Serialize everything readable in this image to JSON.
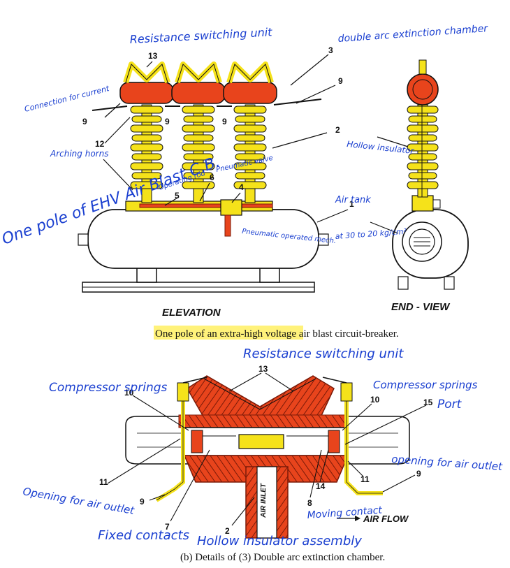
{
  "top_diagram": {
    "elevation_label": "ELEVATION",
    "end_view_label": "END - VIEW",
    "caption_highlighted_1": "One pole",
    "caption_mid": " of an ",
    "caption_highlighted_2": "extra-high voltage",
    "caption_tail": " air blast circuit-breaker.",
    "numbers": [
      "13",
      "3",
      "9",
      "9",
      "9",
      "9",
      "12",
      "2",
      "1",
      "6",
      "4",
      "5"
    ],
    "handwritten": {
      "resistance_switching_unit": "Resistance switching unit",
      "double_arc_extinction": "double arc extinction chamber",
      "connection_for_current": "Connection for current",
      "arching_horns": "Arching horns",
      "hollow_insulator": "Hollow insulator",
      "pneumatic_valve": "Pneumatic valve",
      "operating_rod": "Operating rod",
      "air_tank": "Air tank",
      "pneumatic_mech": "Pneumatic operated mech.",
      "pressure_note": "at 30 to 20 kg/cm²",
      "side_note": "One pole of EHV Air Blast C.B."
    }
  },
  "bottom_diagram": {
    "caption": "(b) Details of (3) Double arc extinction chamber.",
    "air_inlet_label": "AIR INLET",
    "air_flow_label": "AIR FLOW",
    "numbers": [
      "13",
      "10",
      "10",
      "15",
      "11",
      "11",
      "9",
      "9",
      "7",
      "2",
      "8",
      "14"
    ],
    "handwritten": {
      "resistance_switching_unit": "Resistance switching unit",
      "compressor_springs_left": "Compressor springs",
      "compressor_springs_right": "Compressor springs",
      "port": "Port",
      "opening_right": "opening for air outlet",
      "opening_left": "Opening for air outlet",
      "fixed_contacts": "Fixed contacts",
      "moving_contact": "Moving contact",
      "hollow_insulator_assembly": "Hollow insulator assembly"
    }
  },
  "colors": {
    "insulator_yellow": "#f5e21a",
    "chamber_red": "#e8441c",
    "ink_blue": "#1a3fd0",
    "line_black": "#111111"
  }
}
